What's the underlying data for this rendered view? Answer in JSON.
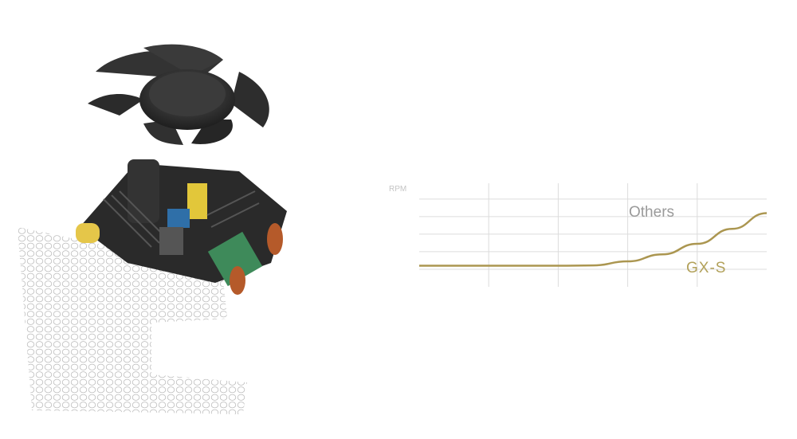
{
  "colors": {
    "gxs_curve": "#ab9650",
    "grid": "#dcdcdc",
    "others_label": "#9a9a9a"
  },
  "illustration": {
    "subject": "power-supply-with-fan"
  },
  "chart_data": {
    "type": "line",
    "title": "",
    "ylabel": "RPM",
    "xlabel": "",
    "xlim": [
      0,
      5
    ],
    "ylim": [
      0,
      5.9
    ],
    "grid": true,
    "y_gridlines": [
      1,
      2,
      3,
      4,
      5
    ],
    "x_gridlines": [
      1,
      2,
      3,
      4
    ],
    "annotations": [
      "Others"
    ],
    "series": [
      {
        "name": "GX-S",
        "color": "#ab9650",
        "x": [
          0,
          1,
          2,
          2.5,
          3,
          3.5,
          4,
          4.5,
          5
        ],
        "y": [
          1.2,
          1.2,
          1.2,
          1.22,
          1.45,
          1.85,
          2.45,
          3.3,
          4.2
        ]
      }
    ]
  }
}
